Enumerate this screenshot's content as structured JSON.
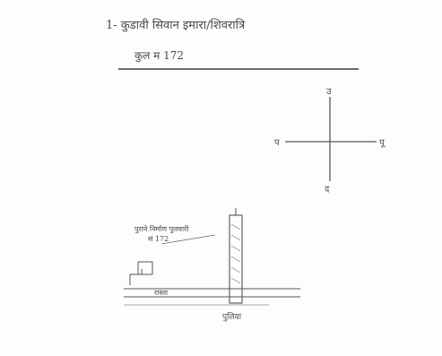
{
  "header": {
    "line1": "1- कुडावी सिवान इमारा/शिवरात्रि",
    "line2": "कुल म 172"
  },
  "compass": {
    "north": "उ",
    "south": "द",
    "east": "पू",
    "west": "प"
  },
  "sketch": {
    "left_label_top": "पुराने निर्माण पुलवारी",
    "left_label_bottom": "सं 172",
    "road_label": "रास्ता",
    "bottom_label": "पुलिया"
  }
}
